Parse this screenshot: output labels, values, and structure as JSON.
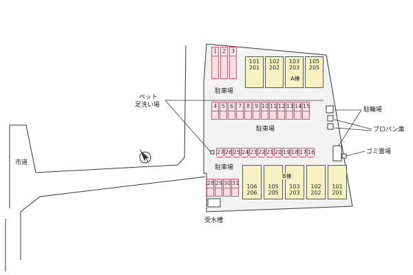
{
  "labels": {
    "pet_wash_line1": "ペット",
    "pet_wash_line2": "足洗い場",
    "parking_top": "駐車場",
    "parking_middle": "駐車場",
    "parking_lower": "駐車場",
    "city_road": "市道",
    "bicycle_parking": "駐輪場",
    "propane_storage": "プロパン庫",
    "garbage_area": "ゴミ置場",
    "water_tank": "受水槽",
    "building_a": "A棟",
    "building_b": "B棟"
  },
  "parking_top_row": [
    "1",
    "2",
    "3"
  ],
  "parking_row_upper": [
    "4",
    "5",
    "6",
    "7",
    "8",
    "9",
    "10",
    "11",
    "12",
    "13",
    "14",
    "15"
  ],
  "parking_row_lower": [
    "27",
    "26",
    "25",
    "24",
    "23",
    "22",
    "21",
    "20",
    "19",
    "18",
    "17",
    "16"
  ],
  "parking_bottom_left": [
    "28",
    "29",
    "30",
    "31"
  ],
  "building_a_units": [
    {
      "upper": "101",
      "lower": "201"
    },
    {
      "upper": "102",
      "lower": "202"
    },
    {
      "upper": "103",
      "lower": "203"
    },
    {
      "upper": "105",
      "lower": "205"
    }
  ],
  "building_b_units": [
    {
      "upper": "106",
      "lower": "206"
    },
    {
      "upper": "105",
      "lower": "205"
    },
    {
      "upper": "103",
      "lower": "203"
    },
    {
      "upper": "102",
      "lower": "202"
    },
    {
      "upper": "101",
      "lower": "201"
    }
  ],
  "colors": {
    "parking_fill": "#f9dde3",
    "parking_border": "#d2506c",
    "building_fill": "#f7f2c2",
    "site_fill": "#f2f2f2",
    "line": "#333333"
  },
  "icons": {
    "north_arrow": "compass-north-icon"
  }
}
